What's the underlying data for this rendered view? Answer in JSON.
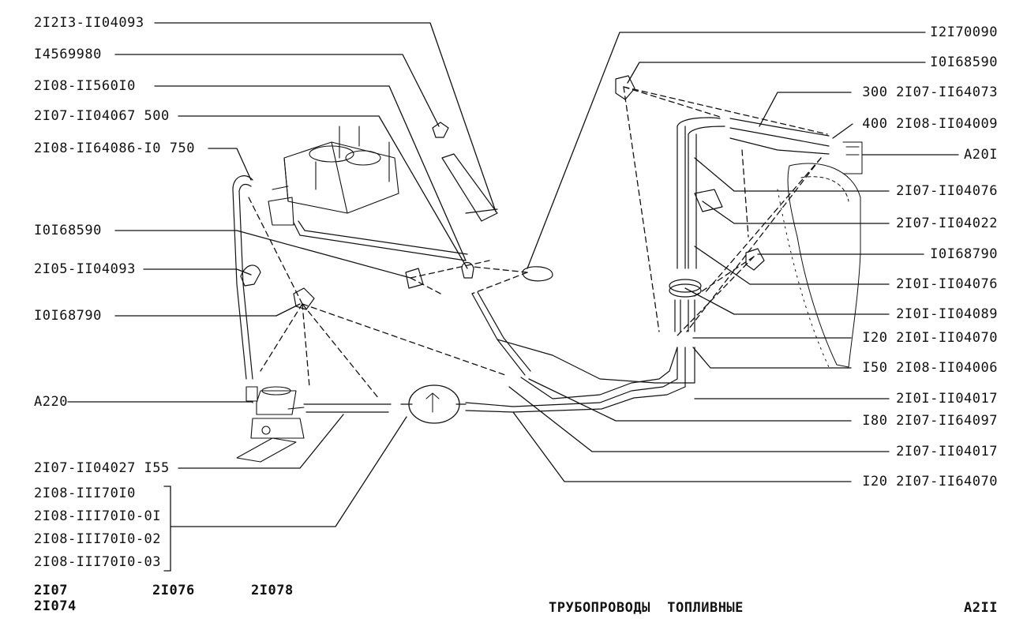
{
  "left_labels": [
    "2I2I3-II04093",
    "I4569980",
    "2I08-II560I0",
    "2I07-II04067 500",
    "2I08-II64086-I0 750",
    "I0I68590",
    "2I05-II04093",
    "I0I68790",
    "A220",
    "2I07-II04027 I55",
    "2I08-III70I0",
    "2I08-III70I0-0I",
    "2I08-III70I0-02",
    "2I08-III70I0-03"
  ],
  "right_labels": [
    "I2I70090",
    "I0I68590",
    "300 2I07-II64073",
    "400 2I08-II04009",
    "A20I",
    "2I07-II04076",
    "2I07-II04022",
    "I0I68790",
    "2I0I-II04076",
    "2I0I-II04089",
    "I20 2I0I-II04070",
    "I50 2I08-II04006",
    "2I0I-II04017",
    "I80 2I07-II64097",
    "2I07-II04017",
    "I20 2I07-II64070"
  ],
  "footer": {
    "models": [
      "2I07",
      "2I074",
      "2I076",
      "2I078"
    ],
    "title": "ТРУБОПРОВОДЫ  ТОПЛИВНЫЕ",
    "code": "A2II"
  }
}
